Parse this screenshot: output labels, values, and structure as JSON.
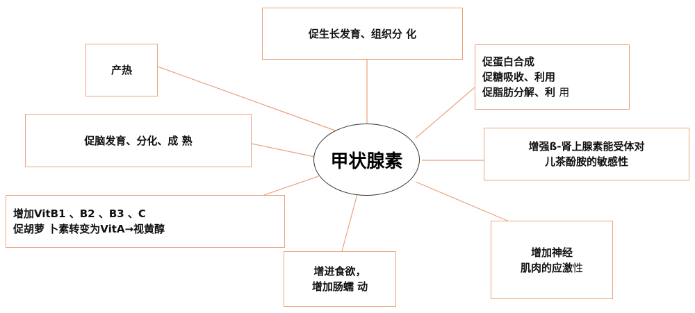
{
  "center": "甲状腺素",
  "nodes": {
    "growth": "促生长发育、组织分 化",
    "heat": "产热",
    "protein": [
      "促蛋白合成",
      "促糖吸收、利用",
      "促脂肪分解、利 "
    ],
    "protein_tail": "用",
    "brain": "促脑发育、分化、成 熟",
    "beta": [
      "增强ß-肾上腺素能受体对",
      "儿茶酚胺的敏感性"
    ],
    "vitamin": [
      "增加VitB1 、B2 、B3 、C",
      "促胡萝 卜素转变为VitA→视黄醇"
    ],
    "appetite": [
      "增进食欲，",
      "增加肠蠕 动"
    ],
    "nerve": [
      "增加神经",
      "肌肉的应激"
    ],
    "nerve_tail": "性"
  },
  "colors": {
    "connector": "#e8a27c",
    "box_border": "#e8a27c",
    "hub_border": "#333333",
    "text": "#111111"
  }
}
